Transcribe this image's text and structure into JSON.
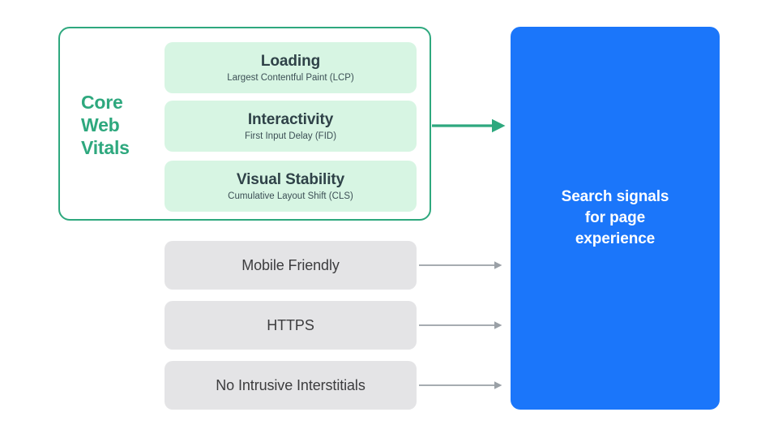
{
  "diagram": {
    "title": "Core Web Vitals and Search signals for page experience",
    "type": "flow-diagram",
    "colors": {
      "accent_green": "#2EA87E",
      "card_mint": "#D7F5E3",
      "card_gray": "#E4E4E6",
      "destination_blue": "#1B76FA",
      "text_dark": "#2F4248",
      "arrow_gray": "#9AA0A6",
      "background": "#FFFFFF"
    }
  },
  "core_web_vitals": {
    "group_label_lines": [
      "Core",
      "Web",
      "Vitals"
    ],
    "group_label": "Core Web Vitals",
    "metrics": [
      {
        "title": "Loading",
        "subtitle": "Largest Contentful Paint (LCP)",
        "abbr": "LCP"
      },
      {
        "title": "Interactivity",
        "subtitle": "First Input Delay (FID)",
        "abbr": "FID"
      },
      {
        "title": "Visual Stability",
        "subtitle": "Cumulative Layout Shift (CLS)",
        "abbr": "CLS"
      }
    ]
  },
  "other_signals": [
    {
      "label": "Mobile Friendly"
    },
    {
      "label": "HTTPS"
    },
    {
      "label": "No Intrusive Interstitials"
    }
  ],
  "destination": {
    "text": "Search signals\nfor page\nexperience"
  },
  "connectors": [
    {
      "name": "core-web-vitals-to-destination",
      "color": "#2EA87E",
      "style": "thick"
    },
    {
      "name": "mobile-friendly-to-destination",
      "color": "#9AA0A6",
      "style": "thin"
    },
    {
      "name": "https-to-destination",
      "color": "#9AA0A6",
      "style": "thin"
    },
    {
      "name": "no-intrusive-interstitials-to-destination",
      "color": "#9AA0A6",
      "style": "thin"
    }
  ]
}
